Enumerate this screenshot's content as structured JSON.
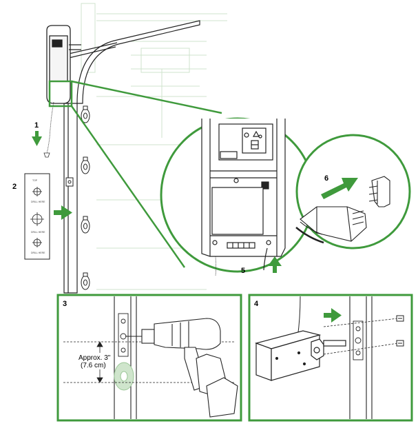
{
  "steps": {
    "s1": "1",
    "s2": "2",
    "s3": "3",
    "s4": "4",
    "s5": "5",
    "s6": "6"
  },
  "template_card": {
    "top_label": "TOP",
    "drill_here": "DRILL HERE"
  },
  "measurement": {
    "line1": "Approx. 3\"",
    "line2": "(7.6 cm)"
  },
  "colors": {
    "accent_green": "#3f9a3c",
    "ghost_green": "#b9d8b6",
    "outline": "#222222"
  }
}
